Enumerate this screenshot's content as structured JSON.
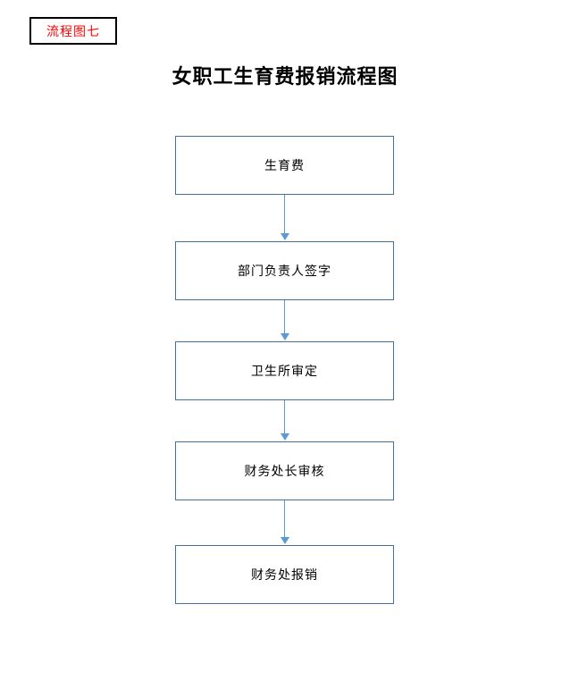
{
  "document": {
    "badge": {
      "label": "流程图七",
      "text_color": "#FF0000",
      "border_color": "#000000"
    },
    "title": "女职工生育费报销流程图"
  },
  "flowchart": {
    "box_border_color": "#41719C",
    "connector_color": "#5B9BD5",
    "nodes": [
      {
        "label": "生育费"
      },
      {
        "label": "部门负责人签字"
      },
      {
        "label": "卫生所审定"
      },
      {
        "label": "财务处长审核"
      },
      {
        "label": "财务处报销"
      }
    ]
  }
}
